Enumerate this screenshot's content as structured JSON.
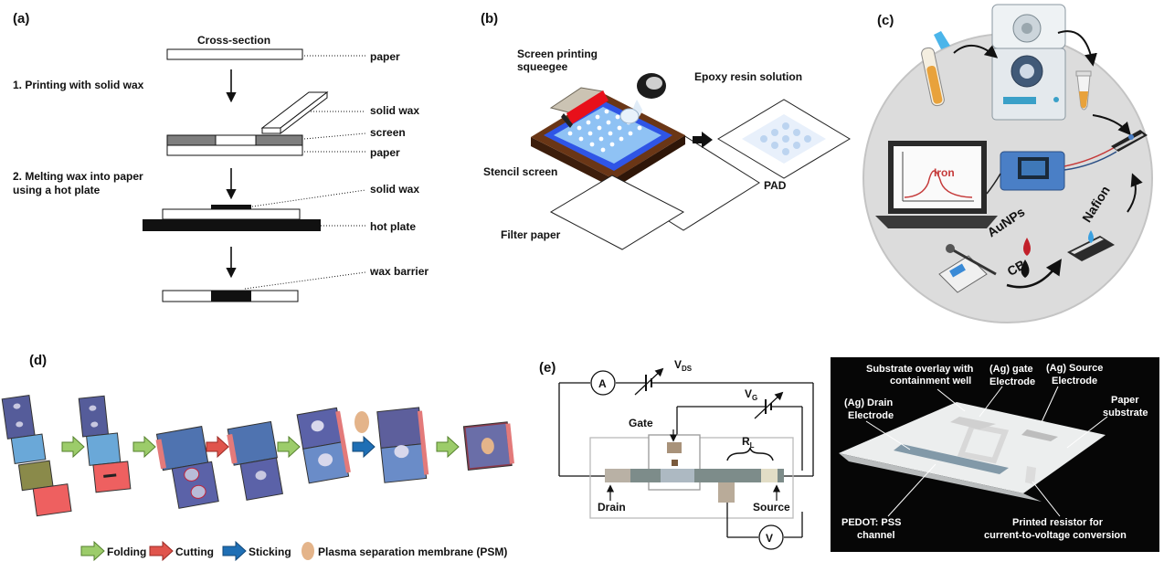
{
  "panels": {
    "a": {
      "label": "(a)",
      "cross_section": "Cross-section",
      "step1": "1. Printing with solid wax",
      "step2_line1": "2. Melting wax into paper",
      "step2_line2": "using a hot plate",
      "labels": [
        "paper",
        "solid wax",
        "screen",
        "paper",
        "solid wax",
        "hot plate",
        "wax barrier"
      ]
    },
    "b": {
      "label": "(b)",
      "squeegee_line1": "Screen printing",
      "squeegee_line2": "squeegee",
      "epoxy": "Epoxy resin solution",
      "stencil": "Stencil screen",
      "pad": "PAD",
      "filter": "Filter paper"
    },
    "c": {
      "label": "(c)",
      "iron": "Iron",
      "aunps": "AuNPs",
      "cb": "CB",
      "nafion": "Nafion"
    },
    "d": {
      "label": "(d)",
      "legend": {
        "folding": "Folding",
        "cutting": "Cutting",
        "sticking": "Sticking",
        "psm": "Plasma separation membrane  (PSM)"
      },
      "colors": {
        "folding": "#9ccc6a",
        "cutting": "#e0544c",
        "sticking": "#1f6fb5",
        "psm": "#e4b48a"
      }
    },
    "e": {
      "label": "(e)",
      "ammeter": "A",
      "voltmeter": "V",
      "vds": "V",
      "vds_sub": "DS",
      "vg": "V",
      "vg_sub": "G",
      "rl": "R",
      "rl_sub": "L",
      "gate": "Gate",
      "drain": "Drain",
      "source": "Source",
      "photo": {
        "overlay_line1": "Substrate overlay with",
        "overlay_line2": "containment well",
        "gate_line1": "(Ag) gate",
        "gate_line2": "Electrode",
        "source_line1": "(Ag) Source",
        "source_line2": "Electrode",
        "drain_line1": "(Ag) Drain",
        "drain_line2": "Electrode",
        "paper_line1": "Paper",
        "paper_line2": "substrate",
        "pedot_line1": "PEDOT: PSS",
        "pedot_line2": "channel",
        "resistor_line1": "Printed resistor for",
        "resistor_line2": "current-to-voltage conversion"
      }
    }
  }
}
